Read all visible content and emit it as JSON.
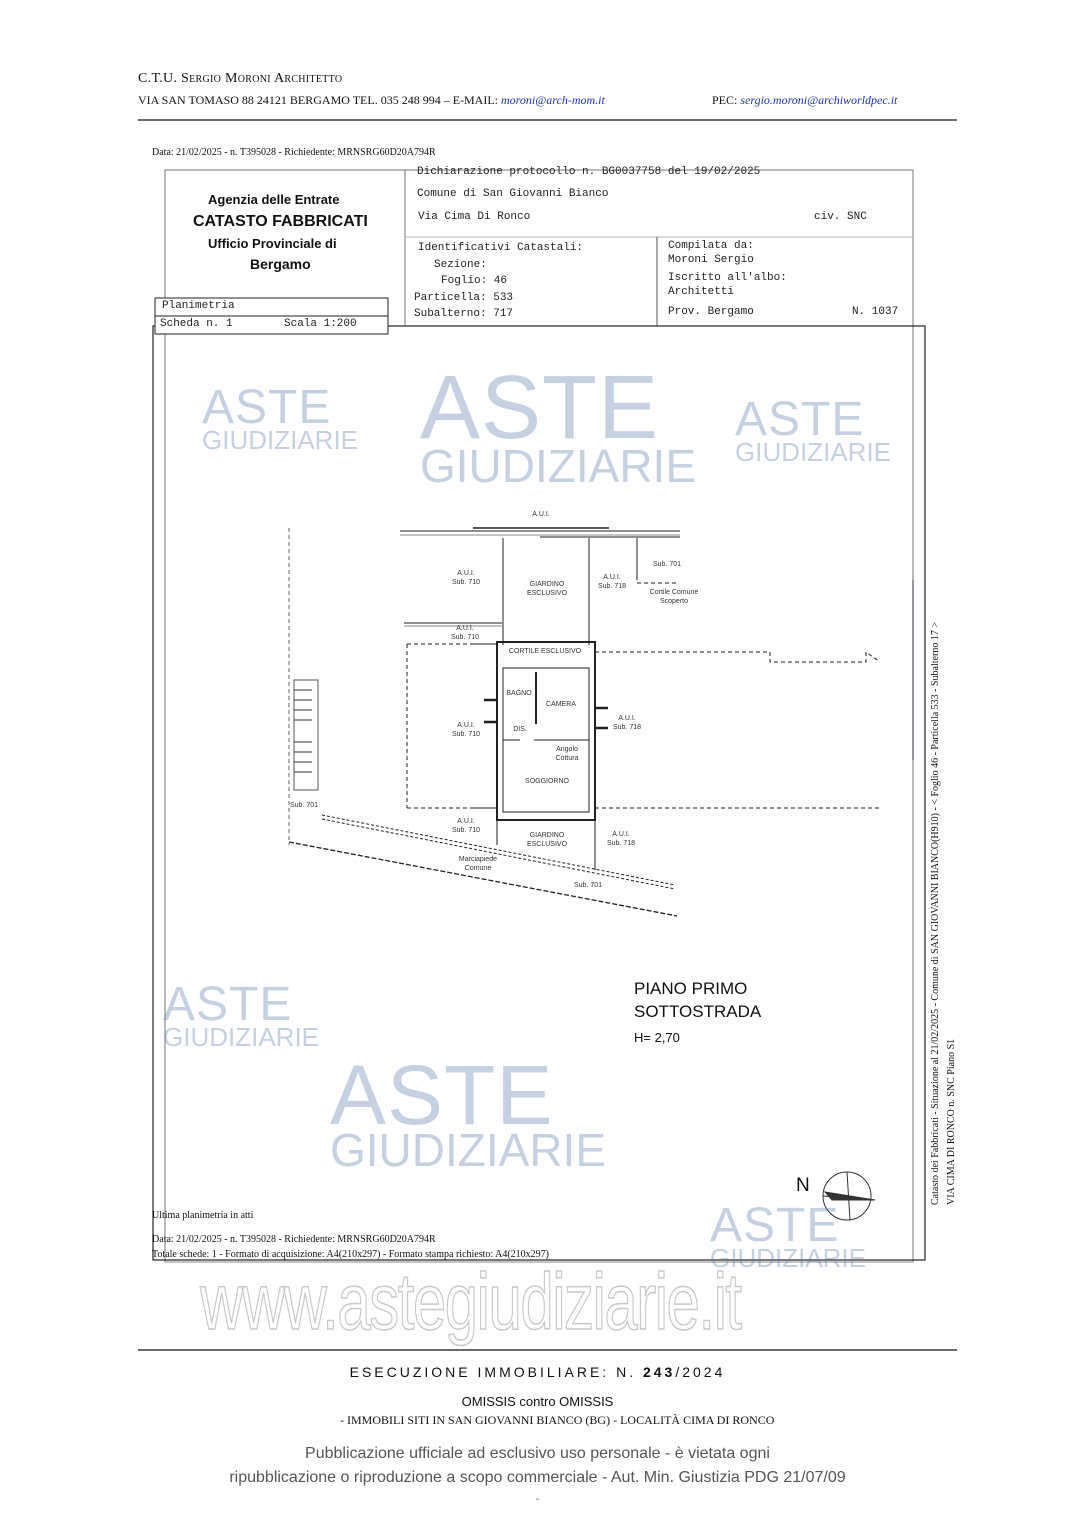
{
  "letterhead": {
    "name": "C.T.U. Sergio Moroni Architetto",
    "address": "VIA SAN TOMASO 88 24121 BERGAMO TEL. 035 248 994 – E-MAIL:",
    "email": "moroni@arch-mom.it",
    "pec_label": "PEC:",
    "pec": "sergio.moroni@archiworldpec.it"
  },
  "doc": {
    "data_line": "Data: 21/02/2025 - n. T395028 - Richiedente: MRNSRG60D20A794R",
    "agency": "Agenzia delle Entrate",
    "catasto": "CATASTO FABBRICATI",
    "ufficio": "Ufficio Provinciale di",
    "city": "Bergamo",
    "planimetria": "Planimetria",
    "scheda": "Scheda n. 1",
    "scala": "Scala 1:200",
    "dichiarazione": "Dichiarazione protocollo n. BG0037758 del  19/02/2025",
    "comune": "Comune di San Giovanni Bianco",
    "via": "Via Cima Di Ronco",
    "civ": "civ. SNC",
    "identificativi": "Identificativi Catastali:",
    "sezione": "Sezione:",
    "foglio": "Foglio: 46",
    "particella": "Particella: 533",
    "subalterno": "Subalterno: 717",
    "compilata": "Compilata da:",
    "compilatore": "Moroni Sergio",
    "iscritto": "Iscritto all'albo:",
    "albo": "Architetti",
    "prov": "Prov. Bergamo",
    "numero": "N. 1037",
    "ultima": "Ultima planimetria in atti",
    "data_bottom": "Data: 21/02/2025 - n. T395028 - Richiedente: MRNSRG60D20A794R",
    "totale": "Totale schede: 1 - Formato di acquisizione: A4(210x297)  - Formato stampa richiesto: A4(210x297)",
    "side1": "Catasto dei Fabbricati - Situazione al 21/02/2025 - Comune di SAN GIOVANNI BIANCO(H910) - < Foglio 46 - Particella 533 - Subalterno 17 >",
    "side2": "VIA CIMA DI RONCO n. SNC Piano S1"
  },
  "plan": {
    "labels": {
      "aui_top": "A.U.I.",
      "aui710_a": "A.U.I.\nSub. 710",
      "giardino_top": "GIARDINO\nESCLUSIVO",
      "aui718_top": "A.U.I.\nSub. 718",
      "sub701_top": "Sub. 701",
      "cortile_comune": "Cortile Comune\nScoperto",
      "aui710_b": "A.U.I.\nSub. 710",
      "cortile": "CORTILE ESCLUSIVO",
      "bagno": "BAGNO",
      "camera": "CAMERA",
      "dis": "DIS.",
      "aui710_c": "A.U.I.\nSub. 710",
      "aui718_mid": "A.U.I.\nSub. 718",
      "angolo": "Angolo\nCottura",
      "soggiorno": "SOGGIORNO",
      "sub701_left": "Sub. 701",
      "aui710_d": "A.U.I.\nSub. 710",
      "giardino_bottom": "GIARDINO\nESCLUSIVO",
      "aui718_bottom": "A.U.I.\nSub. 718",
      "marciapiede": "Marciapiede\nComune",
      "sub701_bottom": "Sub. 701"
    },
    "piano": "PIANO PRIMO",
    "sottostrada": "SOTTOSTRADA",
    "altezza": "H= 2,70",
    "north": "N"
  },
  "watermark": {
    "aste": "ASTE",
    "giudiziarie": "GIUDIZIARIE",
    "site": "www.astegiudiziarie.it"
  },
  "footer": {
    "esecuzione_pre": "ESECUZIONE IMMOBILIARE: N.",
    "numero": "243",
    "anno": "/2024",
    "parti": "OMISSIS contro OMISSIS",
    "immobili": "- IMMOBILI SITI IN SAN GIOVANNI BIANCO (BG) - LOCALITÀ CIMA DI RONCO",
    "pubblicazione1": "Pubblicazione ufficiale ad esclusivo uso personale - è vietata ogni",
    "pubblicazione2": "ripubblicazione o riproduzione a scopo commerciale - Aut. Min. Giustizia PDG 21/07/09",
    "dash": "-"
  }
}
